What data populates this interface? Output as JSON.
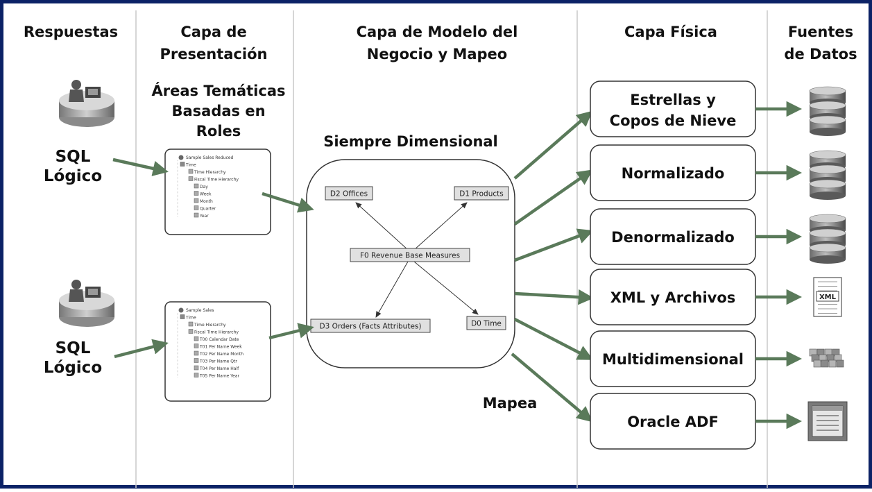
{
  "columns": {
    "respuestas": "Respuestas",
    "presentacion": [
      "Capa de",
      "Presentación"
    ],
    "modelo": [
      "Capa de Modelo del",
      "Negocio y Mapeo"
    ],
    "fisica": "Capa Física",
    "fuentes": [
      "Fuentes",
      "de Datos"
    ]
  },
  "sql_top": [
    "SQL",
    "Lógico"
  ],
  "sql_bottom": [
    "SQL",
    "Lógico"
  ],
  "areas_tematicas": [
    "Áreas Temáticas",
    "Basadas en",
    "Roles"
  ],
  "siempre_dimensional": "Siempre Dimensional",
  "mapea": "Mapea",
  "tree_top": {
    "root": "Sample Sales Reduced",
    "items": [
      "Time",
      "Time Hierarchy",
      "Fiscal Time Hierarchy",
      "Day",
      "Week",
      "Month",
      "Quarter",
      "Year"
    ]
  },
  "tree_bottom": {
    "root": "Sample Sales",
    "items": [
      "Time",
      "Time Hierarchy",
      "Fiscal Time Hierarchy",
      "T00 Calendar Date",
      "T01 Per Name Week",
      "T02 Per Name Month",
      "T03 Per Name Qtr",
      "T04 Per Name Half",
      "T05 Per Name Year"
    ]
  },
  "model_nodes": {
    "d2": "D2 Offices",
    "d1": "D1 Products",
    "f0": "F0 Revenue Base Measures",
    "d3": "D3 Orders (Facts Attributes)",
    "d0": "D0 Time"
  },
  "physical_boxes": [
    {
      "lines": [
        "Estrellas y",
        "Copos de Nieve"
      ],
      "source_icon": "database-icon"
    },
    {
      "lines": [
        "Normalizado"
      ],
      "source_icon": "database-icon"
    },
    {
      "lines": [
        "Denormalizado"
      ],
      "source_icon": "database-icon"
    },
    {
      "lines": [
        "XML y Archivos"
      ],
      "source_icon": "xml-file-icon"
    },
    {
      "lines": [
        "Multidimensional"
      ],
      "source_icon": "cube-icon"
    },
    {
      "lines": [
        "Oracle ADF"
      ],
      "source_icon": "adf-window-icon"
    }
  ],
  "xml_icon_text": "XML",
  "colors": {
    "border": "#0c2266",
    "arrow": "#5a7a5a",
    "divider": "#c8c8c8"
  }
}
